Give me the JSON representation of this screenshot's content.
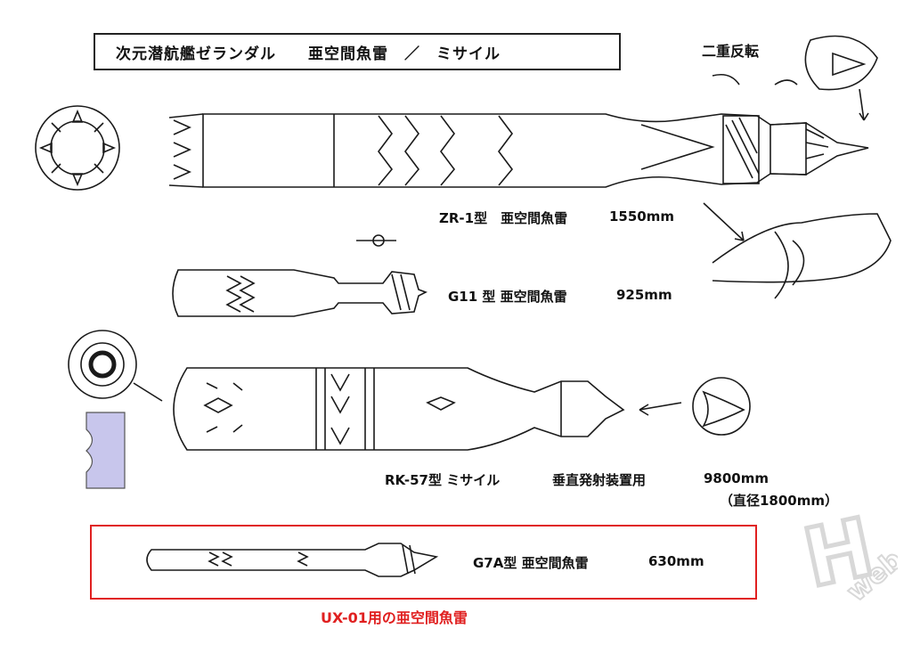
{
  "title": "次元潜航艦ゼランダル　　亜空間魚雷　／　ミサイル",
  "note_counter_rotation": "二重反転",
  "weapons": [
    {
      "name": "ZR-1型　亜空間魚雷",
      "length": "1550mm"
    },
    {
      "name": "G11 型 亜空間魚雷",
      "length": "925mm"
    },
    {
      "name": "RK-57型 ミサイル",
      "purpose": "垂直発射装置用",
      "length": "9800mm",
      "diameter": "（直径1800mm）"
    },
    {
      "name": "G7A型 亜空間魚雷",
      "length": "630mm"
    }
  ],
  "red_caption": "UX-01用の亜空間魚雷",
  "watermark": "HJweb",
  "colors": {
    "accent_red": "#e02020",
    "lavender": "#c8c6ec",
    "ink": "#1a1a1a"
  }
}
